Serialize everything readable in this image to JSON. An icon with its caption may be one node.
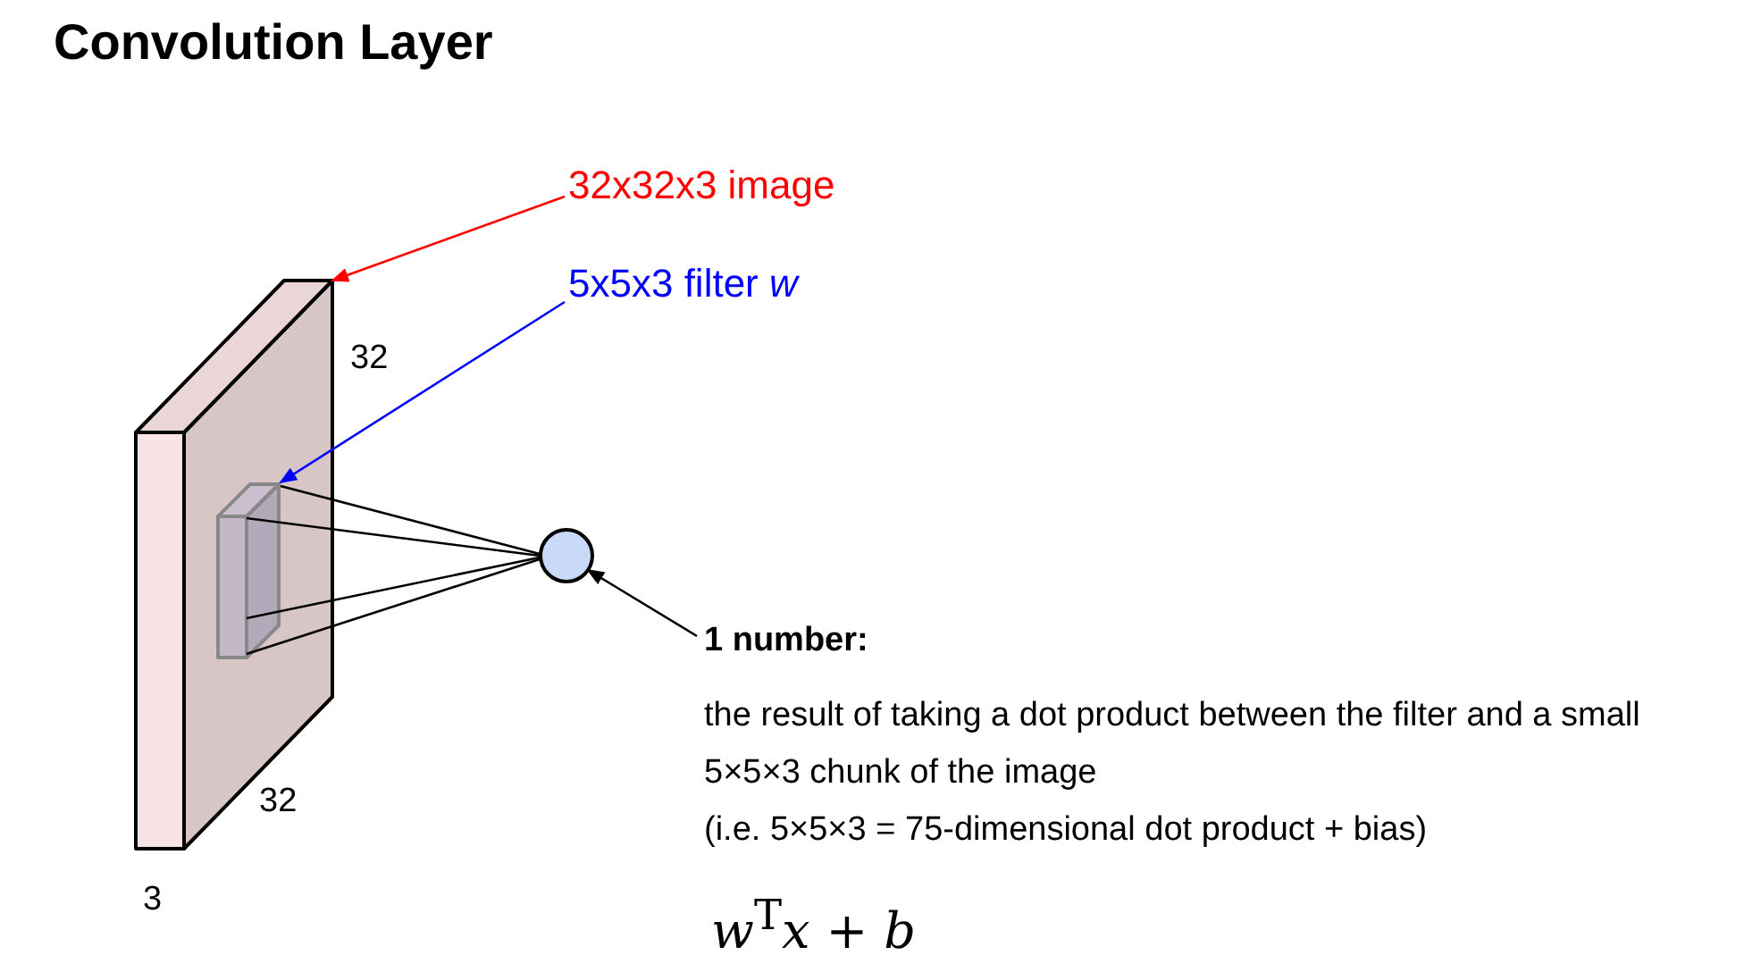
{
  "diagram": {
    "title": "Convolution Layer",
    "nodes": [
      {
        "text": [
          "32x32x3 image"
        ]
      },
      {
        "text": [],
        "shape": "box"
      },
      {
        "text": [
          "5x5x3 filter *w*"
        ]
      },
      {
        "text": [],
        "shape": "box",
        "in": 1
      },
      {
        "text": [],
        "shape": "circle"
      },
      {
        "text": [
          "1 number:",
          "the result of taking a dot product between the filter and a small 5×5×3 chunk of the image",
          "(i.e. 5×5×3 = 75-dimensional dot product + bias)"
        ]
      }
    ],
    "edges": [
      {
        "from": 0,
        "to": 1,
        "arrow": "to",
        "color": "#ff0000"
      },
      {
        "from": 2,
        "to": 3,
        "arrow": "to",
        "color": "#0000ff"
      },
      {
        "from": 3,
        "to": 4,
        "arrow": "none"
      },
      {
        "from": 3,
        "to": 4,
        "arrow": "none"
      },
      {
        "from": 3,
        "to": 4,
        "arrow": "none"
      },
      {
        "from": 3,
        "to": 4,
        "arrow": "none"
      },
      {
        "from": 5,
        "to": 4,
        "arrow": "to"
      }
    ],
    "labels": [
      "32",
      "32",
      "3",
      "*w*$^{T}$*x* + *b*"
    ]
  }
}
